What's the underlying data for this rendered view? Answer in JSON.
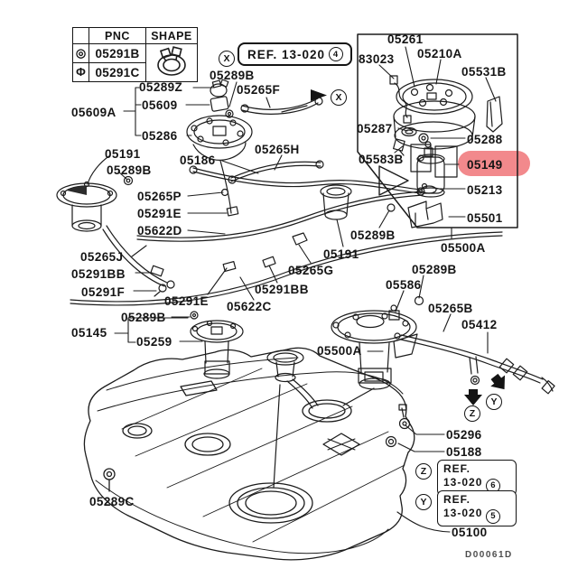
{
  "diagram_code": "D00061D",
  "highlighted_part": "05149",
  "colors": {
    "line": "#1c1c1c",
    "highlight_fill": "#f2898c",
    "label_text": "#151515"
  },
  "legend_table": {
    "headers": {
      "pnc": "PNC",
      "shape": "SHAPE"
    },
    "shape_icon": "hose-clamp",
    "rows": [
      {
        "symbol": "double-circle",
        "symbol_glyph": "◎",
        "pnc": "05291B"
      },
      {
        "symbol": "circle-bar",
        "symbol_glyph": "Φ",
        "pnc": "05291C"
      }
    ]
  },
  "ref_callouts": {
    "x": {
      "letter": "X",
      "text": "REF. 13-020",
      "num": "4"
    },
    "z": {
      "letter": "Z",
      "line1": "REF.",
      "line2": "13-020",
      "num": "6"
    },
    "y": {
      "letter": "Y",
      "line1": "REF.",
      "line2": "13-020",
      "num": "5"
    }
  },
  "markers": {
    "x": "X",
    "y": "Y",
    "z": "Z"
  },
  "parts": {
    "p05289B_top": "05289B",
    "p05265F": "05265F",
    "p05289Z": "05289Z",
    "p05609": "05609",
    "p05609A": "05609A",
    "p05286": "05286",
    "p83023": "83023",
    "p05261": "05261",
    "p05210A": "05210A",
    "p05531B": "05531B",
    "p05287": "05287",
    "p05288": "05288",
    "p05583B": "05583B",
    "p05149": "05149",
    "p05213": "05213",
    "p05501": "05501",
    "p05500A_box": "05500A",
    "p05191_left": "05191",
    "p05289B_left": "05289B",
    "p05186": "05186",
    "p05265P": "05265P",
    "p05291E_upper": "05291E",
    "p05622D": "05622D",
    "p05265H": "05265H",
    "p05265J": "05265J",
    "p05291BB_left": "05291BB",
    "p05291F": "05291F",
    "p05291E_lower": "05291E",
    "p05291BB_mid": "05291BB",
    "p05622C": "05622C",
    "p05289B_center": "05289B",
    "p05145": "05145",
    "p05259": "05259",
    "p05191_mid": "05191",
    "p05265G": "05265G",
    "p05289B_mid": "05289B",
    "p05289B_right": "05289B",
    "p05586": "05586",
    "p05265B": "05265B",
    "p05412": "05412",
    "p05500A_main": "05500A",
    "p05296": "05296",
    "p05188": "05188",
    "p05100": "05100",
    "p05289C": "05289C"
  }
}
